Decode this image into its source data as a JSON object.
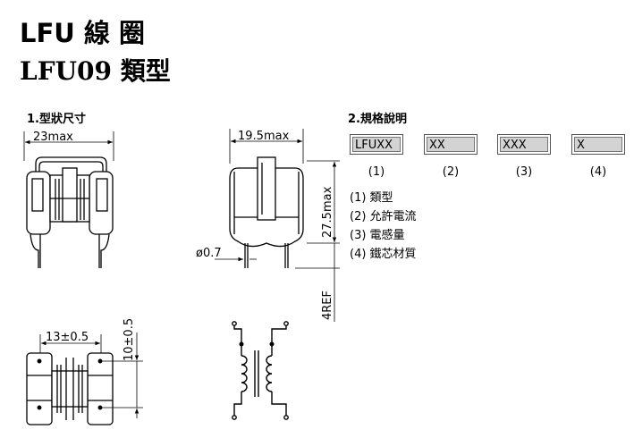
{
  "header": {
    "title": "LFU 線 圈",
    "subtitle": "LFU09 類型"
  },
  "section_dimensions": {
    "label": "1.型狀尺寸",
    "front_width": "23max",
    "side_width": "19.5max",
    "side_height": "27.5max",
    "pin_diameter": "ø0.7",
    "pin_ref": "4REF",
    "bottom_width": "13±0.5",
    "bottom_height": "10±0.5"
  },
  "section_spec": {
    "label": "2.規格說明",
    "code_boxes": [
      {
        "text": "LFUXX",
        "index": "(1)"
      },
      {
        "text": "XX",
        "index": "(2)"
      },
      {
        "text": "XXX",
        "index": "(3)"
      },
      {
        "text": "X",
        "index": "(4)"
      }
    ],
    "legend": [
      "(1) 類型",
      "(2) 允許電流",
      "(3) 電感量",
      "(4) 鐵芯材質"
    ]
  }
}
